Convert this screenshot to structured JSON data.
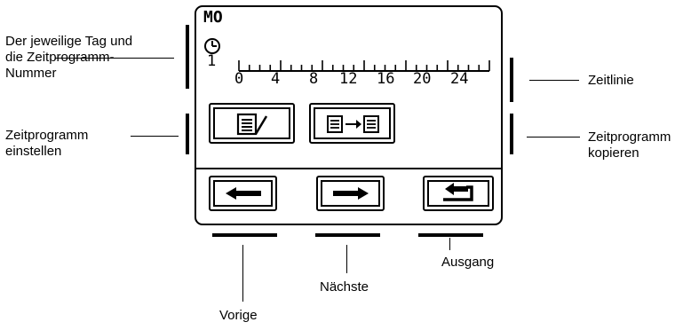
{
  "screen": {
    "day": "MO",
    "program_number": "1",
    "timeline_ticks": [
      "0",
      "4",
      "8",
      "12",
      "16",
      "20",
      "24"
    ],
    "icons": {
      "clock": "clock-icon",
      "edit": "edit-program-icon",
      "copy": "copy-program-icon",
      "prev": "arrow-left-icon",
      "next": "arrow-right-icon",
      "exit": "return-icon"
    }
  },
  "callouts": {
    "day_program": "Der jeweilige Tag und die Zeitprogramm-Nummer",
    "timeline": "Zeitlinie",
    "set_program": "Zeitprogramm einstellen",
    "copy_program": "Zeitprogramm kopieren",
    "exit": "Ausgang",
    "next": "Nächste",
    "previous": "Vorige"
  }
}
